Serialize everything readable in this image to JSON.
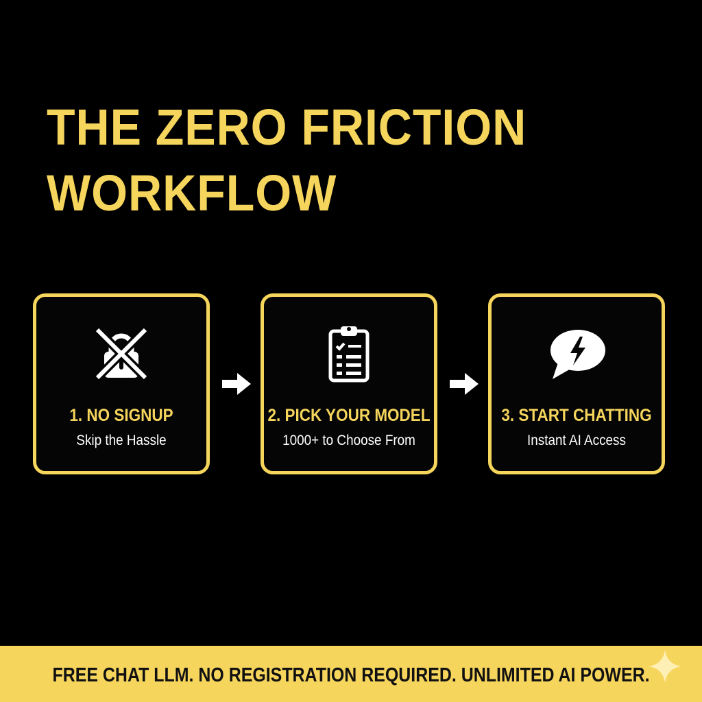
{
  "headline": {
    "line1": "THE ZERO FRICTION",
    "line2": "WORKFLOW"
  },
  "steps": [
    {
      "title": "1. NO SIGNUP",
      "subtitle": "Skip the Hassle",
      "icon": "crossed-out-lock-icon"
    },
    {
      "title": "2. PICK YOUR MODEL",
      "subtitle": "1000+ to Choose From",
      "icon": "clipboard-checklist-icon"
    },
    {
      "title": "3. START CHATTING",
      "subtitle": "Instant AI Access",
      "icon": "chat-bubble-lightning-icon"
    }
  ],
  "connectors": [
    "arrow-right-icon",
    "arrow-right-icon"
  ],
  "banner": {
    "text": "FREE CHAT LLM. NO REGISTRATION REQUIRED. UNLIMITED AI POWER.",
    "icon": "sparkle-icon"
  },
  "colors": {
    "background": "#000000",
    "accent": "#f6d55c",
    "text_light": "#ffffff",
    "text_dark": "#111111"
  }
}
